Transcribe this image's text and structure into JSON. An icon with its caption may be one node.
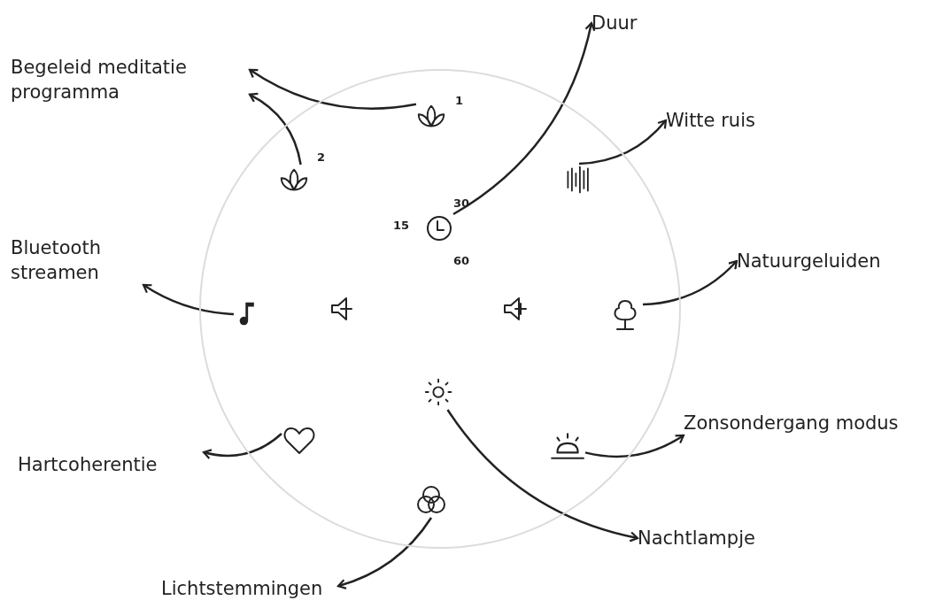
{
  "diagram": {
    "nodes": [
      {
        "text": [],
        "shape": "circle"
      },
      {
        "text": [
          "Duur"
        ]
      },
      {
        "text": [
          "Begeleid meditatie programma"
        ]
      },
      {
        "text": [],
        "shape": "lotus",
        "in": 0,
        "beside": [
          "1"
        ]
      },
      {
        "text": [
          "Witte ruis"
        ]
      },
      {
        "text": [],
        "shape": "lotus",
        "in": 0,
        "beside": [
          "2"
        ]
      },
      {
        "text": [],
        "shape": "bars",
        "in": 0
      },
      {
        "text": [],
        "shape": "clock",
        "in": 0,
        "beside": [
          "30",
          "15",
          "60"
        ]
      },
      {
        "text": [
          "Bluetooth streamen"
        ]
      },
      {
        "text": [
          "Natuurgeluiden"
        ]
      },
      {
        "text": [],
        "shape": "note",
        "in": 0
      },
      {
        "text": [],
        "shape": "speaker-minus",
        "in": 0
      },
      {
        "text": [],
        "shape": "speaker-plus",
        "in": 0
      },
      {
        "text": [],
        "shape": "tree",
        "in": 0
      },
      {
        "text": [],
        "shape": "sun",
        "in": 0
      },
      {
        "text": [
          "Zonsondergang modus"
        ]
      },
      {
        "text": [
          "Hartcoherentie"
        ]
      },
      {
        "text": [],
        "shape": "heart",
        "in": 0
      },
      {
        "text": [],
        "shape": "sunset",
        "in": 0
      },
      {
        "text": [],
        "shape": "rings",
        "in": 0
      },
      {
        "text": [
          "Nachtlampje"
        ]
      },
      {
        "text": [
          "Lichtstemmingen"
        ]
      }
    ],
    "edges": [
      {
        "from": 3,
        "to": 2,
        "arrow": "to"
      },
      {
        "from": 5,
        "to": 2,
        "arrow": "to"
      },
      {
        "from": 7,
        "to": 1,
        "arrow": "to"
      },
      {
        "from": 6,
        "to": 4,
        "arrow": "to"
      },
      {
        "from": 13,
        "to": 9,
        "arrow": "to"
      },
      {
        "from": 10,
        "to": 8,
        "arrow": "to"
      },
      {
        "from": 18,
        "to": 15,
        "arrow": "to"
      },
      {
        "from": 17,
        "to": 16,
        "arrow": "to"
      },
      {
        "from": 14,
        "to": 20,
        "arrow": "to"
      },
      {
        "from": 19,
        "to": 21,
        "arrow": "to"
      }
    ]
  }
}
